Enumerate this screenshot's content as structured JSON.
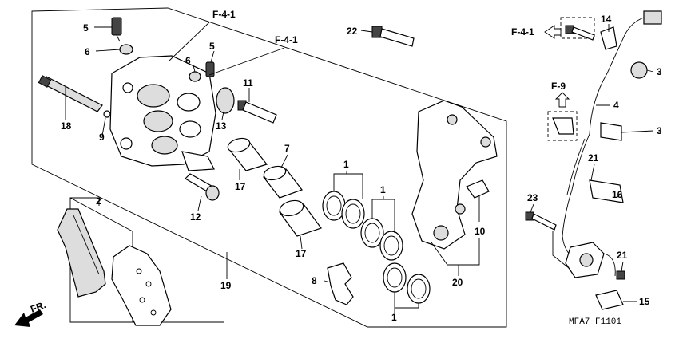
{
  "diagram": {
    "code": "MFA7−F1101",
    "front_label": "FR.",
    "refs": {
      "f41_top": "F-4-1",
      "f41_mid": "F-4-1",
      "f41_right": "F-4-1",
      "f9": "F-9"
    },
    "callouts": {
      "c1a": "1",
      "c1b": "1",
      "c1c": "1",
      "c2": "2",
      "c3a": "3",
      "c3b": "3",
      "c4": "4",
      "c5a": "5",
      "c5b": "5",
      "c6a": "6",
      "c6b": "6",
      "c7": "7",
      "c8": "8",
      "c9": "9",
      "c10": "10",
      "c11": "11",
      "c12": "12",
      "c13": "13",
      "c14": "14",
      "c15": "15",
      "c16": "16",
      "c17a": "17",
      "c17b": "17",
      "c18": "18",
      "c19": "19",
      "c20": "20",
      "c21a": "21",
      "c21b": "21",
      "c22": "22",
      "c23": "23"
    }
  }
}
